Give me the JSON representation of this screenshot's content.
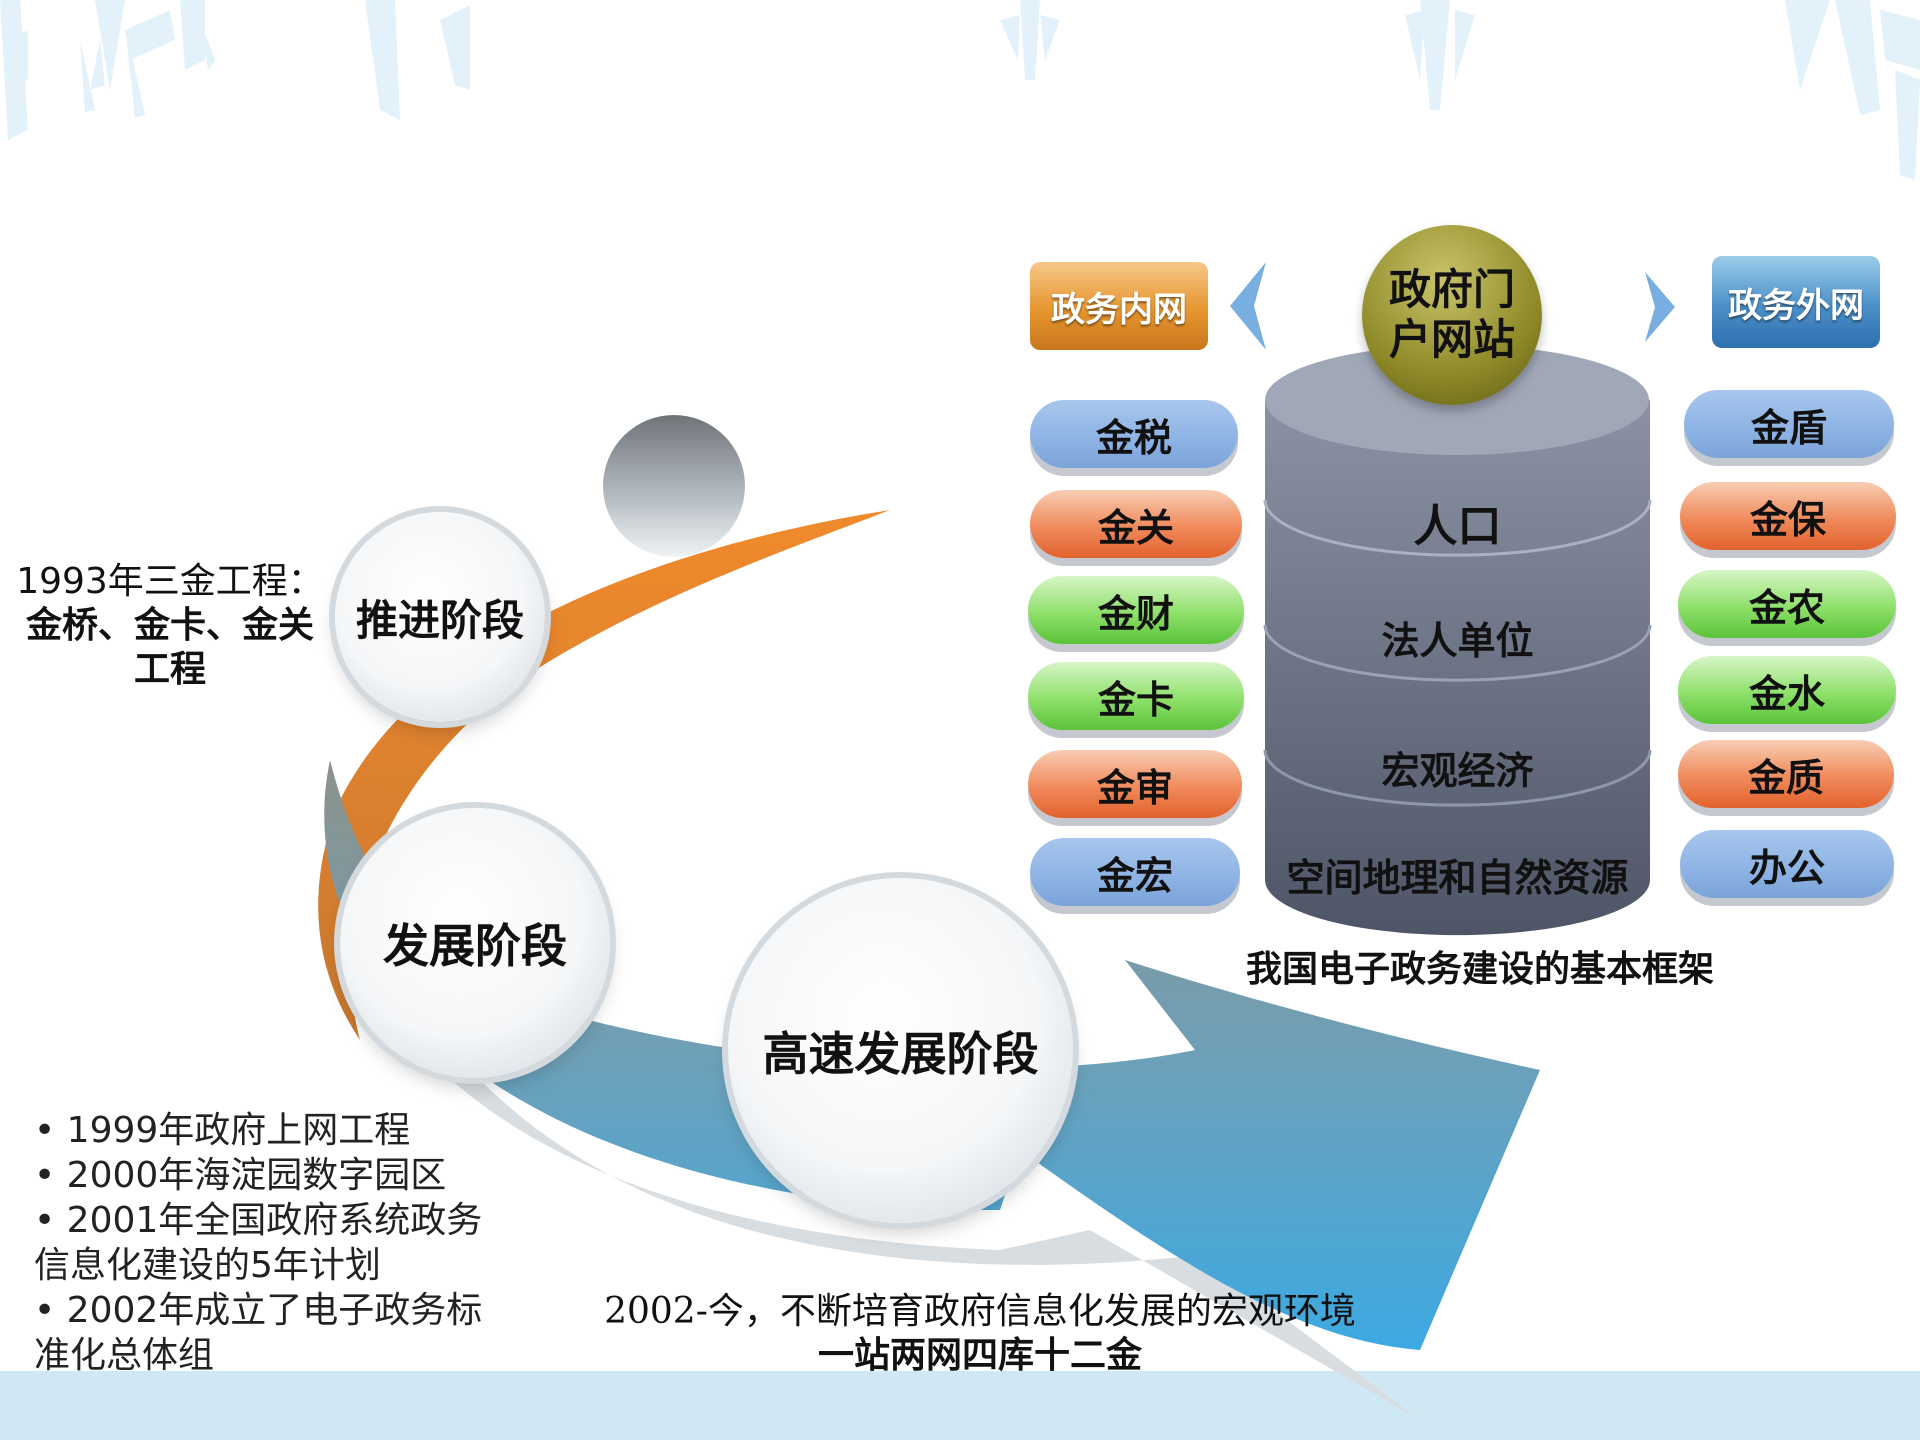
{
  "colors": {
    "bottom_band": "#cfe8f4",
    "orange_ribbon": "#ee7d2a",
    "arrow_top": "#8a9590",
    "arrow_bottom": "#3ea8e0",
    "olive_ball": "#8e8a2a",
    "cylinder": "#6a7386",
    "inner_net_header": "#e08a25",
    "outer_net_header": "#4a8cc6"
  },
  "timeline": {
    "stage1": {
      "label": "推进阶段",
      "note_line1": "1993年三金工程：",
      "note_line2": "金桥、金卡、金关",
      "note_line3": "工程"
    },
    "stage2": {
      "label": "发展阶段",
      "bullets": [
        "• 1999年政府上网工程",
        "• 2000年海淀园数字园区",
        "• 2001年全国政府系统政务",
        "信息化建设的5年计划",
        "• 2002年成立了电子政务标",
        "准化总体组"
      ]
    },
    "stage3": {
      "label": "高速发展阶段",
      "note_line1": "2002-今，不断培育政府信息化发展的宏观环境",
      "note_line2": "一站两网四库十二金"
    }
  },
  "framework": {
    "portal": {
      "line1": "政府门",
      "line2": "户网站"
    },
    "inner_network": "政务内网",
    "outer_network": "政务外网",
    "left_projects": [
      {
        "label": "金税",
        "color": "blue"
      },
      {
        "label": "金关",
        "color": "orange"
      },
      {
        "label": "金财",
        "color": "green"
      },
      {
        "label": "金卡",
        "color": "green"
      },
      {
        "label": "金审",
        "color": "orange"
      },
      {
        "label": "金宏",
        "color": "blue"
      }
    ],
    "right_projects": [
      {
        "label": "金盾",
        "color": "blue"
      },
      {
        "label": "金保",
        "color": "orange"
      },
      {
        "label": "金农",
        "color": "green"
      },
      {
        "label": "金水",
        "color": "green"
      },
      {
        "label": "金质",
        "color": "orange"
      },
      {
        "label": "办公",
        "color": "blue"
      }
    ],
    "databases": [
      "人口",
      "法人单位",
      "宏观经济",
      "空间地理和自然资源"
    ],
    "caption": "我国电子政务建设的基本框架"
  }
}
